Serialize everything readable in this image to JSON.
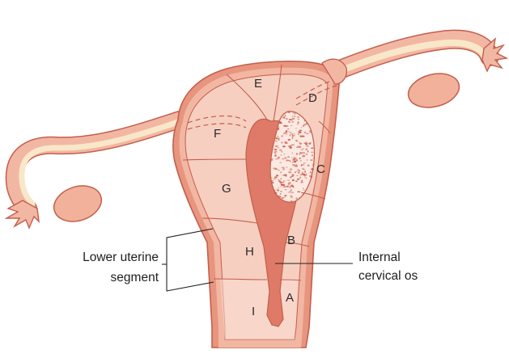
{
  "colors": {
    "tissue_outer": "#e8957f",
    "tissue_wall": "#f2b7a3",
    "tissue_fill": "#f6cfc1",
    "tissue_light": "#f9ddd2",
    "cavity": "#e07a68",
    "ovary": "#f1b19b",
    "tube_lumen": "#f9e7c9",
    "outline": "#c45e4c",
    "fibroid_dot": "#c85a48",
    "label_line": "#222222"
  },
  "zones": {
    "A": "A",
    "B": "B",
    "C": "C",
    "D": "D",
    "E": "E",
    "F": "F",
    "G": "G",
    "H": "H",
    "I": "I"
  },
  "labels": {
    "lower_uterine_line1": "Lower uterine",
    "lower_uterine_line2": "segment",
    "internal_os_line1": "Internal",
    "internal_os_line2": "cervical os"
  }
}
